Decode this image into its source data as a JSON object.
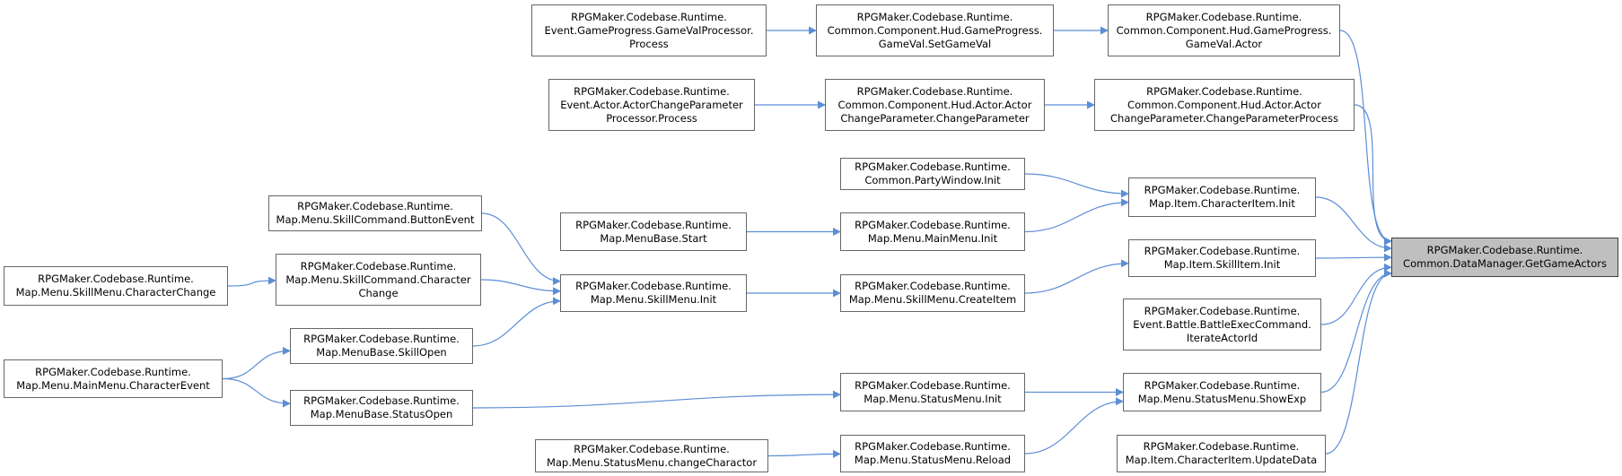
{
  "diagram": {
    "edge_color": "#5c8ed6",
    "target_fill": "#bfbfbf",
    "nodes": [
      {
        "id": "target",
        "label": "RPGMaker.Codebase.Runtime.\nCommon.DataManager.GetGameActors",
        "target": true
      },
      {
        "id": "gv_actor",
        "label": "RPGMaker.Codebase.Runtime.\nCommon.Component.Hud.GameProgress.\nGameVal.Actor"
      },
      {
        "id": "gv_set",
        "label": "RPGMaker.Codebase.Runtime.\nCommon.Component.Hud.GameProgress.\nGameVal.SetGameVal"
      },
      {
        "id": "gv_proc",
        "label": "RPGMaker.Codebase.Runtime.\nEvent.GameProgress.GameValProcessor.\nProcess"
      },
      {
        "id": "acp_proc",
        "label": "RPGMaker.Codebase.Runtime.\nCommon.Component.Hud.Actor.Actor\nChangeParameter.ChangeParameterProcess"
      },
      {
        "id": "acp_change",
        "label": "RPGMaker.Codebase.Runtime.\nCommon.Component.Hud.Actor.Actor\nChangeParameter.ChangeParameter"
      },
      {
        "id": "acp_ev",
        "label": "RPGMaker.Codebase.Runtime.\nEvent.Actor.ActorChangeParameter\nProcessor.Process"
      },
      {
        "id": "chi_init",
        "label": "RPGMaker.Codebase.Runtime.\nMap.Item.CharacterItem.Init"
      },
      {
        "id": "party_init",
        "label": "RPGMaker.Codebase.Runtime.\nCommon.PartyWindow.Init"
      },
      {
        "id": "mainmenu_init",
        "label": "RPGMaker.Codebase.Runtime.\nMap.Menu.MainMenu.Init"
      },
      {
        "id": "menubase_start",
        "label": "RPGMaker.Codebase.Runtime.\nMap.MenuBase.Start"
      },
      {
        "id": "skillitem_init",
        "label": "RPGMaker.Codebase.Runtime.\nMap.Item.SkillItem.Init"
      },
      {
        "id": "skillmenu_create",
        "label": "RPGMaker.Codebase.Runtime.\nMap.Menu.SkillMenu.CreateItem"
      },
      {
        "id": "skillmenu_init",
        "label": "RPGMaker.Codebase.Runtime.\nMap.Menu.SkillMenu.Init"
      },
      {
        "id": "skillcmd_btn",
        "label": "RPGMaker.Codebase.Runtime.\nMap.Menu.SkillCommand.ButtonEvent"
      },
      {
        "id": "skillcmd_char",
        "label": "RPGMaker.Codebase.Runtime.\nMap.Menu.SkillCommand.Character\nChange"
      },
      {
        "id": "skillmenu_charchange",
        "label": "RPGMaker.Codebase.Runtime.\nMap.Menu.SkillMenu.CharacterChange"
      },
      {
        "id": "menubase_skillopen",
        "label": "RPGMaker.Codebase.Runtime.\nMap.MenuBase.SkillOpen"
      },
      {
        "id": "mainmenu_charevent",
        "label": "RPGMaker.Codebase.Runtime.\nMap.Menu.MainMenu.CharacterEvent"
      },
      {
        "id": "battle_iter",
        "label": "RPGMaker.Codebase.Runtime.\nEvent.Battle.BattleExecCommand.\nIterateActorId"
      },
      {
        "id": "status_showexp",
        "label": "RPGMaker.Codebase.Runtime.\nMap.Menu.StatusMenu.ShowExp"
      },
      {
        "id": "status_init",
        "label": "RPGMaker.Codebase.Runtime.\nMap.Menu.StatusMenu.Init"
      },
      {
        "id": "menubase_statusopen",
        "label": "RPGMaker.Codebase.Runtime.\nMap.MenuBase.StatusOpen"
      },
      {
        "id": "status_reload",
        "label": "RPGMaker.Codebase.Runtime.\nMap.Menu.StatusMenu.Reload"
      },
      {
        "id": "status_changechar",
        "label": "RPGMaker.Codebase.Runtime.\nMap.Menu.StatusMenu.changeCharactor"
      },
      {
        "id": "chi_update",
        "label": "RPGMaker.Codebase.Runtime.\nMap.Item.CharacterItem.UpdateData"
      }
    ],
    "edges": [
      {
        "from": "gv_proc",
        "to": "gv_set"
      },
      {
        "from": "gv_set",
        "to": "gv_actor"
      },
      {
        "from": "gv_actor",
        "to": "target"
      },
      {
        "from": "acp_ev",
        "to": "acp_change"
      },
      {
        "from": "acp_change",
        "to": "acp_proc"
      },
      {
        "from": "acp_proc",
        "to": "target"
      },
      {
        "from": "party_init",
        "to": "chi_init"
      },
      {
        "from": "mainmenu_init",
        "to": "chi_init"
      },
      {
        "from": "chi_init",
        "to": "target"
      },
      {
        "from": "menubase_start",
        "to": "mainmenu_init"
      },
      {
        "from": "skillmenu_create",
        "to": "skillitem_init"
      },
      {
        "from": "skillitem_init",
        "to": "target"
      },
      {
        "from": "skillmenu_init",
        "to": "skillmenu_create"
      },
      {
        "from": "skillcmd_btn",
        "to": "skillmenu_init"
      },
      {
        "from": "skillcmd_char",
        "to": "skillmenu_init"
      },
      {
        "from": "menubase_skillopen",
        "to": "skillmenu_init"
      },
      {
        "from": "skillmenu_charchange",
        "to": "skillcmd_char"
      },
      {
        "from": "mainmenu_charevent",
        "to": "menubase_skillopen"
      },
      {
        "from": "mainmenu_charevent",
        "to": "menubase_statusopen"
      },
      {
        "from": "battle_iter",
        "to": "target"
      },
      {
        "from": "status_showexp",
        "to": "target"
      },
      {
        "from": "status_init",
        "to": "status_showexp"
      },
      {
        "from": "status_reload",
        "to": "status_showexp"
      },
      {
        "from": "menubase_statusopen",
        "to": "status_init"
      },
      {
        "from": "status_changechar",
        "to": "status_reload"
      },
      {
        "from": "chi_update",
        "to": "target"
      }
    ]
  }
}
